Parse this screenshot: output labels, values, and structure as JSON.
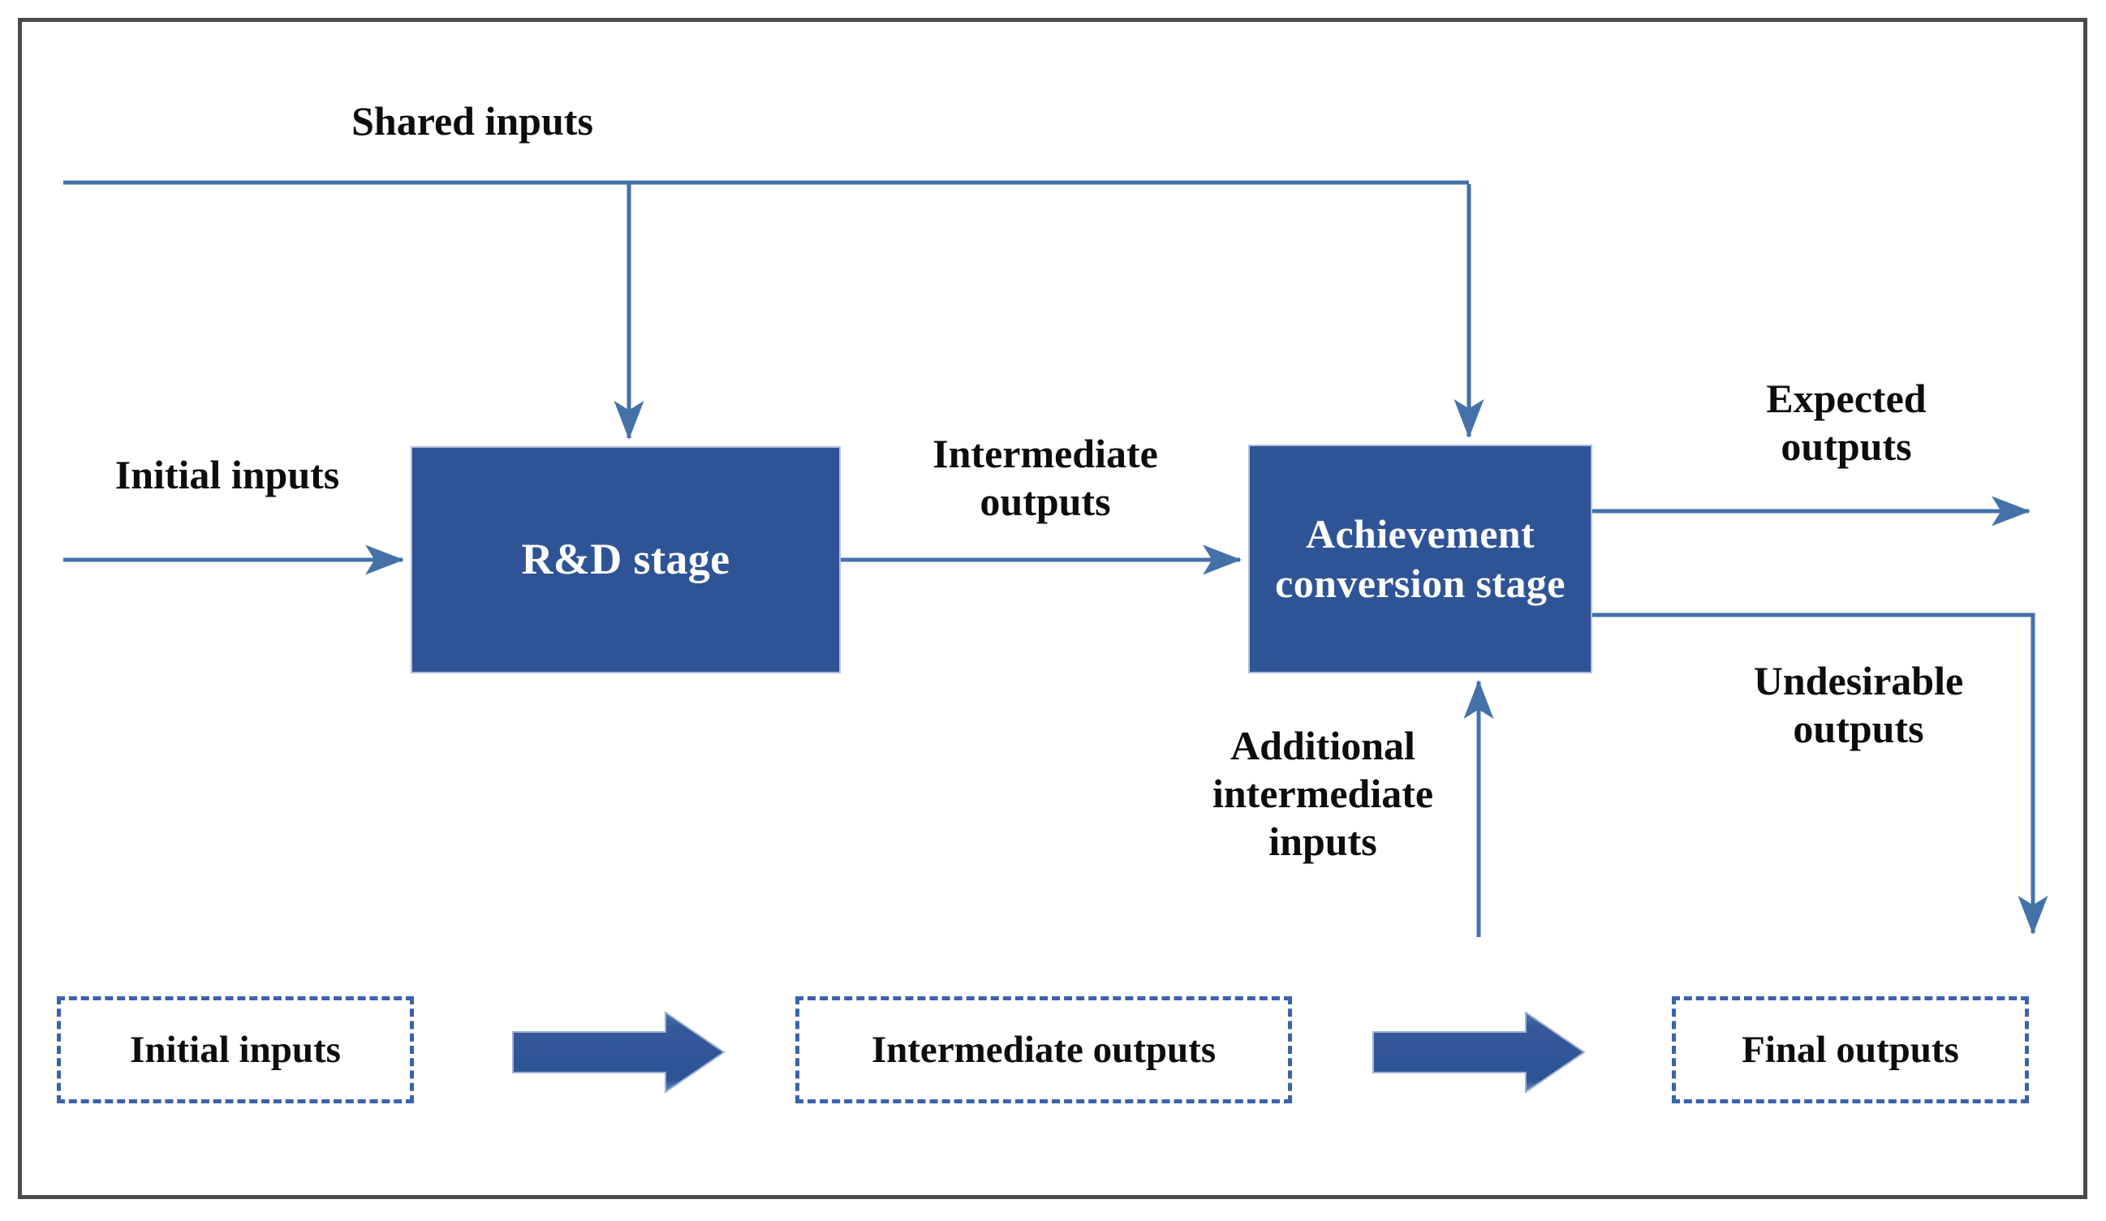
{
  "figure": {
    "type": "process-flow-diagram",
    "title": "Two-stage R&D and achievement conversion network structure",
    "colors": {
      "stage_fill": "#2f5496",
      "stage_text": "#ffffff",
      "connector": "#4472a8",
      "legend_border": "#3b63ab",
      "label_text": "#0d0d0d",
      "frame_border": "#4a4a4a",
      "background": "#ffffff"
    }
  },
  "stages": [
    {
      "id": "rd",
      "label": "R&D stage"
    },
    {
      "id": "acs",
      "label": "Achievement\nconversion stage"
    }
  ],
  "flows": {
    "shared_inputs": "Shared inputs",
    "initial_inputs": "Initial inputs",
    "intermediate_outputs": "Intermediate\noutputs",
    "expected_outputs": "Expected\noutputs",
    "undesirable_outputs": "Undesirable\noutputs",
    "additional_intermediate_inputs": "Additional\nintermediate\ninputs"
  },
  "legend": {
    "boxes": [
      {
        "label": "Initial inputs"
      },
      {
        "label": "Intermediate outputs"
      },
      {
        "label": "Final outputs"
      }
    ],
    "arrows": [
      {
        "name": "legend-block-arrow-1"
      },
      {
        "name": "legend-block-arrow-2"
      }
    ]
  }
}
